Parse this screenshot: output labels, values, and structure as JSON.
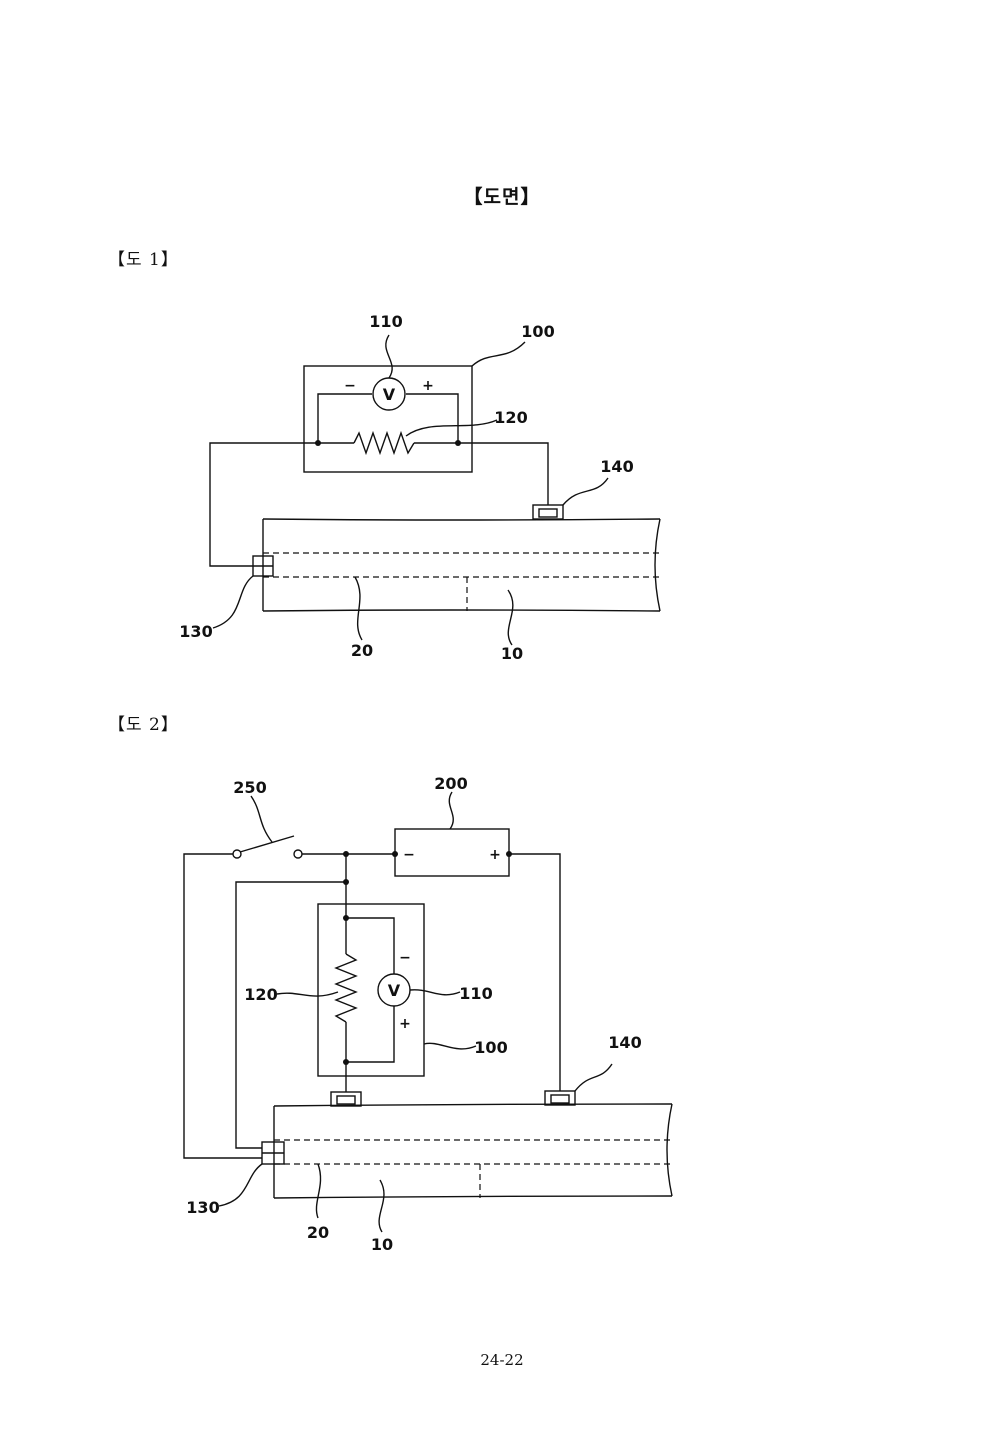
{
  "page": {
    "heading": "【도면】",
    "page_number": "24-22"
  },
  "figures": [
    {
      "label": "【도 1】",
      "refs": {
        "voltmeter": "110",
        "measuring_unit": "100",
        "resistor": "120",
        "terminal_top": "140",
        "terminal_left": "130",
        "inner_layer": "20",
        "pipe": "10"
      },
      "voltmeter_symbol": "V",
      "polarity": {
        "minus": "−",
        "plus": "+"
      }
    },
    {
      "label": "【도 2】",
      "refs": {
        "switch": "250",
        "power_supply": "200",
        "resistor": "120",
        "voltmeter": "110",
        "measuring_unit": "100",
        "terminal_top": "140",
        "terminal_left": "130",
        "inner_layer": "20",
        "pipe": "10"
      },
      "voltmeter_symbol": "V",
      "polarity": {
        "minus": "−",
        "plus": "+"
      },
      "supply_polarity": {
        "minus": "−",
        "plus": "+"
      }
    }
  ]
}
